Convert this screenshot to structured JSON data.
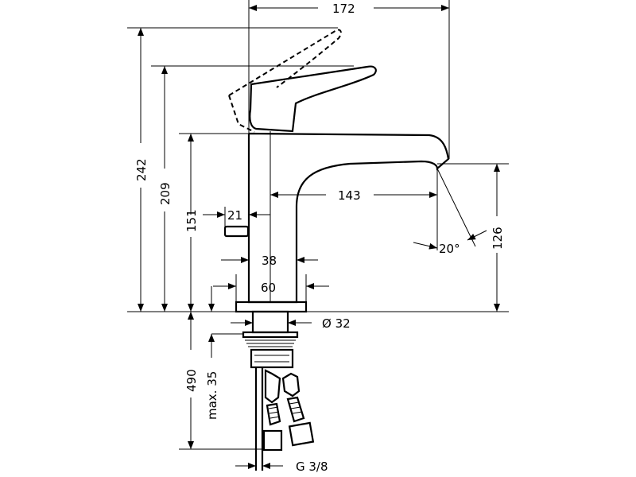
{
  "dimensions": {
    "width_total": "172",
    "height_max": "242",
    "height_handle": "209",
    "height_spout": "151",
    "spout_reach": "143",
    "spout_height_outlet": "126",
    "spout_angle": "20°",
    "popup_rod_offset": "21",
    "body_width_38": "38",
    "base_width_60": "60",
    "thread_diameter": "Ø 32",
    "supply_length": "490",
    "max_thickness": "max. 35",
    "connection_thread": "G 3/8"
  }
}
